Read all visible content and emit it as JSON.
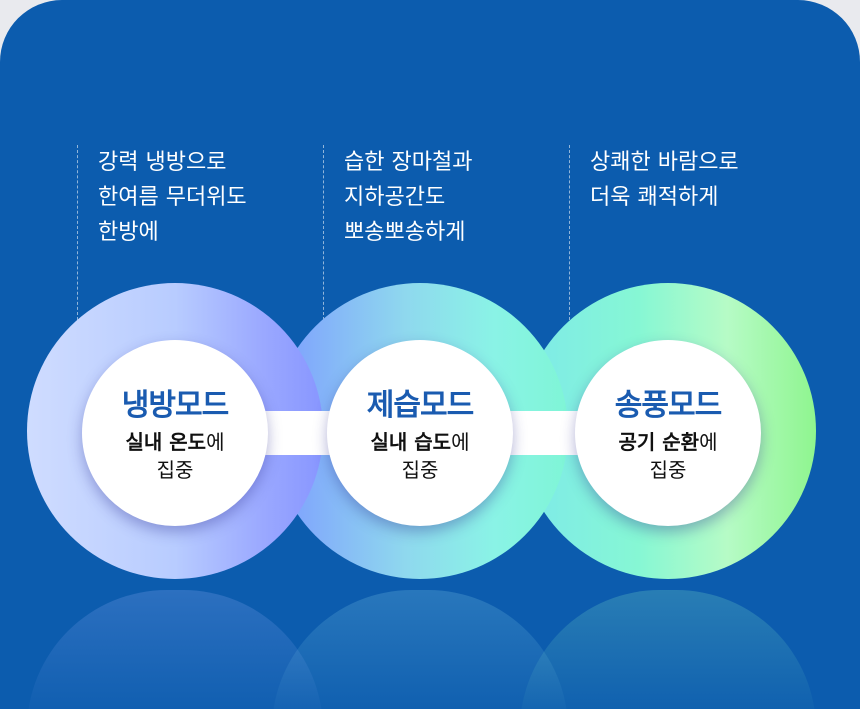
{
  "columns": [
    {
      "lines": [
        "강력 냉방으로",
        "한여름 무더위도",
        "한방에"
      ]
    },
    {
      "lines": [
        "습한 장마철과",
        "지하공간도",
        "뽀송뽀송하게"
      ]
    },
    {
      "lines": [
        "상쾌한 바람으로",
        "더욱 쾌적하게"
      ]
    }
  ],
  "modes": [
    {
      "title": "냉방모드",
      "bold": "실내 온도",
      "suffix": "에",
      "line2": "집중"
    },
    {
      "title": "제습모드",
      "bold": "실내 습도",
      "suffix": "에",
      "line2": "집중"
    },
    {
      "title": "송풍모드",
      "bold": "공기 순환",
      "suffix": "에",
      "line2": "집중"
    }
  ],
  "colors": {
    "background": "#0c5cae",
    "title": "#1a5bb0"
  }
}
